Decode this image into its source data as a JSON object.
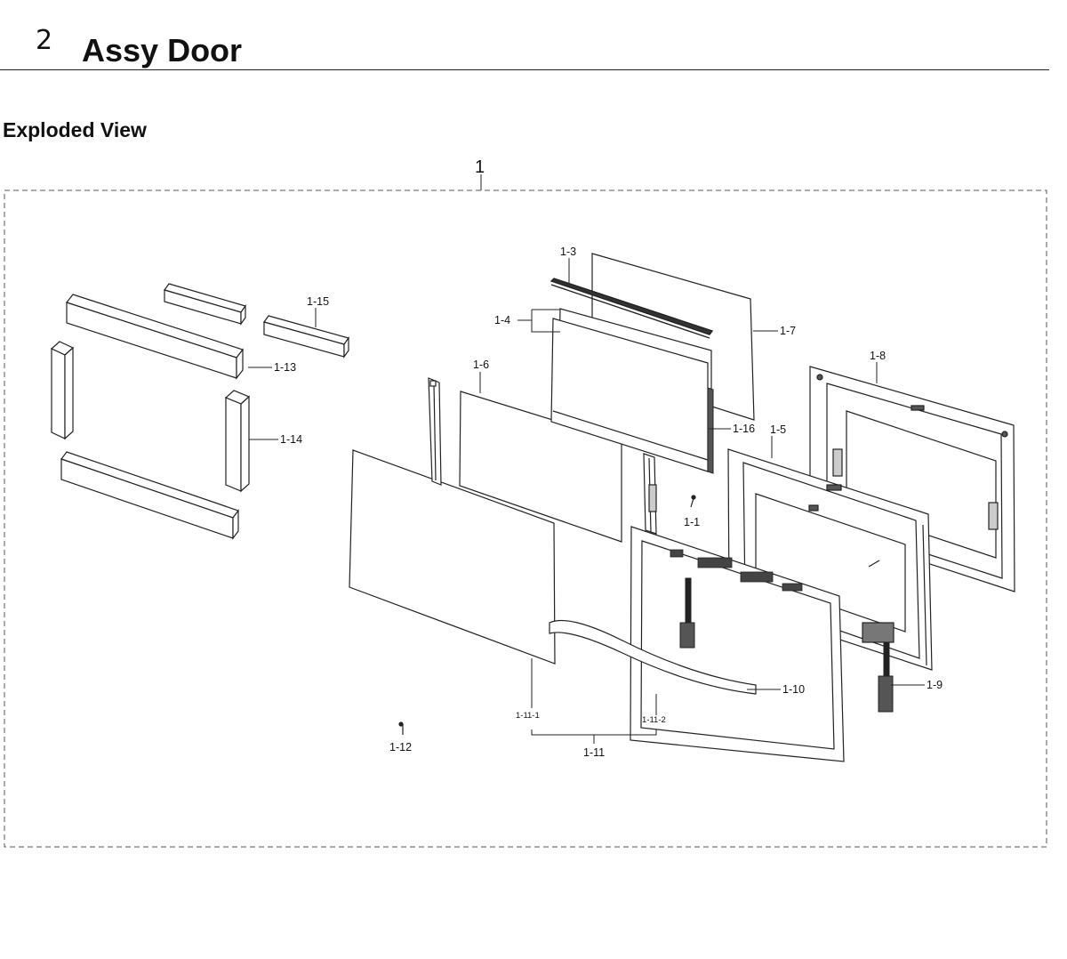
{
  "header": {
    "section_number": "2",
    "title": "Assy Door"
  },
  "view": {
    "title": "Exploded View"
  },
  "diagram": {
    "assembly_label": "1",
    "callouts": {
      "c1_1": "1-1",
      "c1_3": "1-3",
      "c1_4": "1-4",
      "c1_5": "1-5",
      "c1_6": "1-6",
      "c1_7": "1-7",
      "c1_8": "1-8",
      "c1_9": "1-9",
      "c1_10": "1-10",
      "c1_11": "1-11",
      "c1_11_1": "1-11-1",
      "c1_11_2": "1-11-2",
      "c1_12": "1-12",
      "c1_13": "1-13",
      "c1_14": "1-14",
      "c1_15": "1-15",
      "c1_16": "1-16"
    }
  }
}
